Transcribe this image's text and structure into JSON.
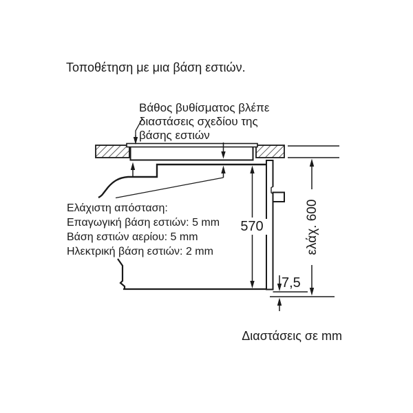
{
  "title": "Τοποθέτηση με μια βάση εστιών.",
  "callout": {
    "line1": "Βάθος βυθίσματος βλέπε",
    "line2": "διαστάσεις σχεδίου της",
    "line3": "βάσης εστιών"
  },
  "min_distance": {
    "heading": "Ελάχιστη απόσταση:",
    "induction": "Επαγωγική βάση εστιών: 5 mm",
    "gas": "Βάση εστιών αερίου: 5 mm",
    "electric": "Ηλεκτρική βάση εστιών: 2 mm"
  },
  "dimensions": {
    "oven_height": "570",
    "bottom_gap": "7,5",
    "niche_height": "ελάχ. 600"
  },
  "footnote": "Διαστάσεις σε mm",
  "colors": {
    "line": "#1a1a1a",
    "text": "#1a1a1a",
    "background": "#ffffff"
  }
}
